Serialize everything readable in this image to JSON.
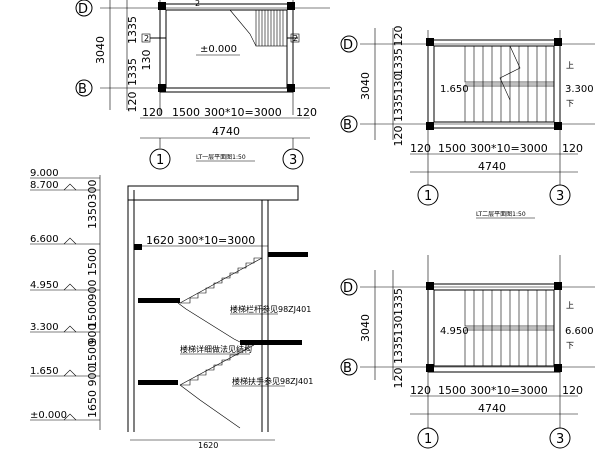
{
  "plan1": {
    "axis_top": "D",
    "axis_bottom": "B",
    "axis_left": "1",
    "axis_right": "3",
    "dims_v": [
      "1335",
      "1335",
      "130",
      "120"
    ],
    "dim_total_v": "3040",
    "dims_h": [
      "120",
      "1500",
      "300*10=3000",
      "120"
    ],
    "dim_total_h": "4740",
    "level": "±0.000",
    "marker": "2",
    "title": "LT一层平面图1:50"
  },
  "plan2": {
    "axis_top": "D",
    "axis_bottom": "B",
    "axis_left": "1",
    "axis_right": "3",
    "dim_top": "120",
    "dims_v": [
      "1335",
      "130",
      "1335",
      "120"
    ],
    "dim_total_v": "3040",
    "dims_h": [
      "120",
      "1500",
      "300*10=3000",
      "120"
    ],
    "dim_total_h": "4740",
    "level_left": "1.650",
    "level_right": "3.300",
    "up": "上",
    "down": "下",
    "title": "LT二层平面图1:50"
  },
  "plan3": {
    "axis_top": "D",
    "axis_bottom": "B",
    "axis_left": "1",
    "axis_right": "3",
    "dims_v": [
      "1335",
      "130",
      "1335",
      "120"
    ],
    "dim_total_v": "3040",
    "dims_h": [
      "120",
      "1500",
      "300*10=3000",
      "120"
    ],
    "dim_total_h": "4740",
    "level_left": "4.950",
    "level_right": "6.600",
    "up": "上",
    "down": "下"
  },
  "section": {
    "levels": [
      "9.000",
      "8.700",
      "6.600",
      "4.950",
      "3.300",
      "1.650",
      "±0.000"
    ],
    "dims_v": [
      "300",
      "1350",
      "1500",
      "900",
      "1500",
      "900",
      "1500",
      "900",
      "1650"
    ],
    "dim_stair": "1620  300*10=3000",
    "note1": "楼梯栏杆参见98ZJ401",
    "note2": "楼梯详细做法见结构",
    "note3": "楼梯扶手参见98ZJ401",
    "dim_bottom": "1620"
  }
}
